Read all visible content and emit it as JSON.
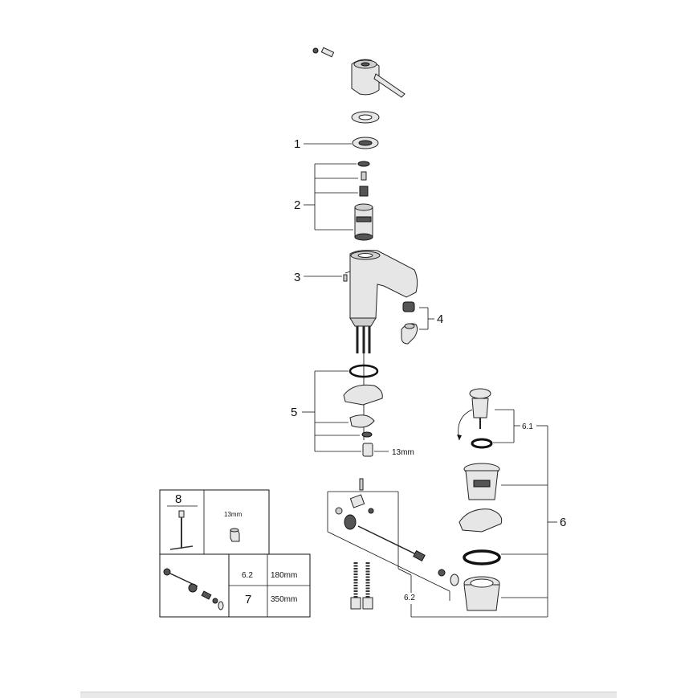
{
  "callouts": {
    "c1": "1",
    "c2": "2",
    "c3": "3",
    "c4": "4",
    "c5": "5",
    "c6": "6",
    "c6_1": "6.1",
    "c6_2_main": "6.2",
    "wrench_13mm_main": "13mm"
  },
  "inset": {
    "c8": "8",
    "wrench_13mm": "13mm",
    "rows": [
      {
        "num": "6.2",
        "len": "180mm"
      },
      {
        "num": "7",
        "len": "350mm"
      }
    ]
  }
}
